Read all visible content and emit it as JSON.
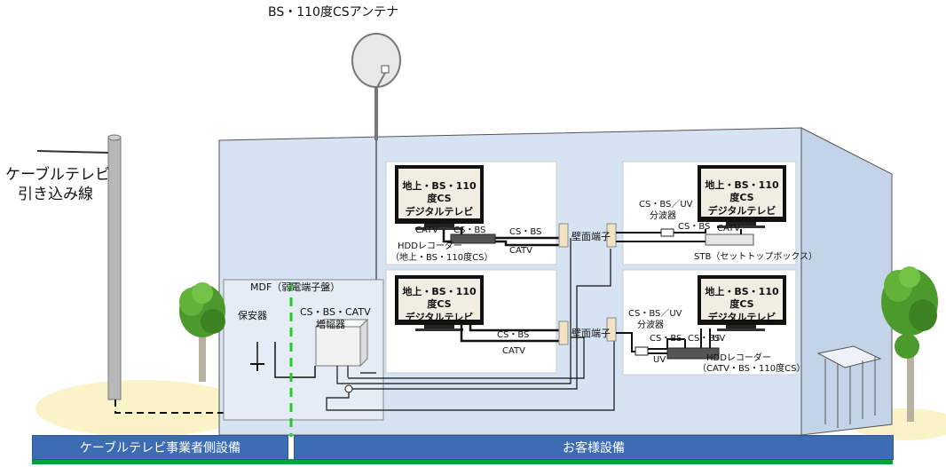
{
  "antenna_label": "BS・110度CSアンテナ",
  "cable_line_label": [
    "ケーブルテレビ",
    "引き込み線"
  ],
  "mdf_label": "MDF（弱電端子盤）",
  "protector_label": "保安器",
  "amplifier_label": [
    "CS・BS・CATV",
    "増幅器"
  ],
  "tv_screen_text": [
    "地上・BS・110度CS",
    "デジタルテレビ"
  ],
  "wall_terminal_label": "壁面端子",
  "room_top_left": {
    "catv": "CATV",
    "cs_bs_1": "CS・BS",
    "cs_bs_2": "CS・BS",
    "catv_2": "CATV",
    "recorder": [
      "HDDレコーダー",
      "（地上・BS・110度CS）"
    ]
  },
  "room_top_right": {
    "splitter": [
      "CS・BS／UV",
      "分波器"
    ],
    "cs_bs": "CS・BS",
    "catv": "CATV",
    "stb": "STB（セットトップボックス）"
  },
  "room_bottom_left": {
    "cs_bs": "CS・BS",
    "catv": "CATV"
  },
  "room_bottom_right": {
    "splitter": [
      "CS・BS／UV",
      "分波器"
    ],
    "cs_bs_1": "CS・BS",
    "cs_bs_2": "CS・BS",
    "uv_1": "UV",
    "uv_2": "UV",
    "recorder": [
      "HDDレコーダー",
      "（CATV・BS・110度CS）"
    ]
  },
  "footer": {
    "left": "ケーブルテレビ事業者側設備",
    "right": "お客様設備"
  },
  "colors": {
    "building": "#d6e3f2",
    "building_side": "#c3d3e8",
    "bar": "#3d6cb3",
    "ground": "#00a23a",
    "divider": "#22cc22"
  }
}
